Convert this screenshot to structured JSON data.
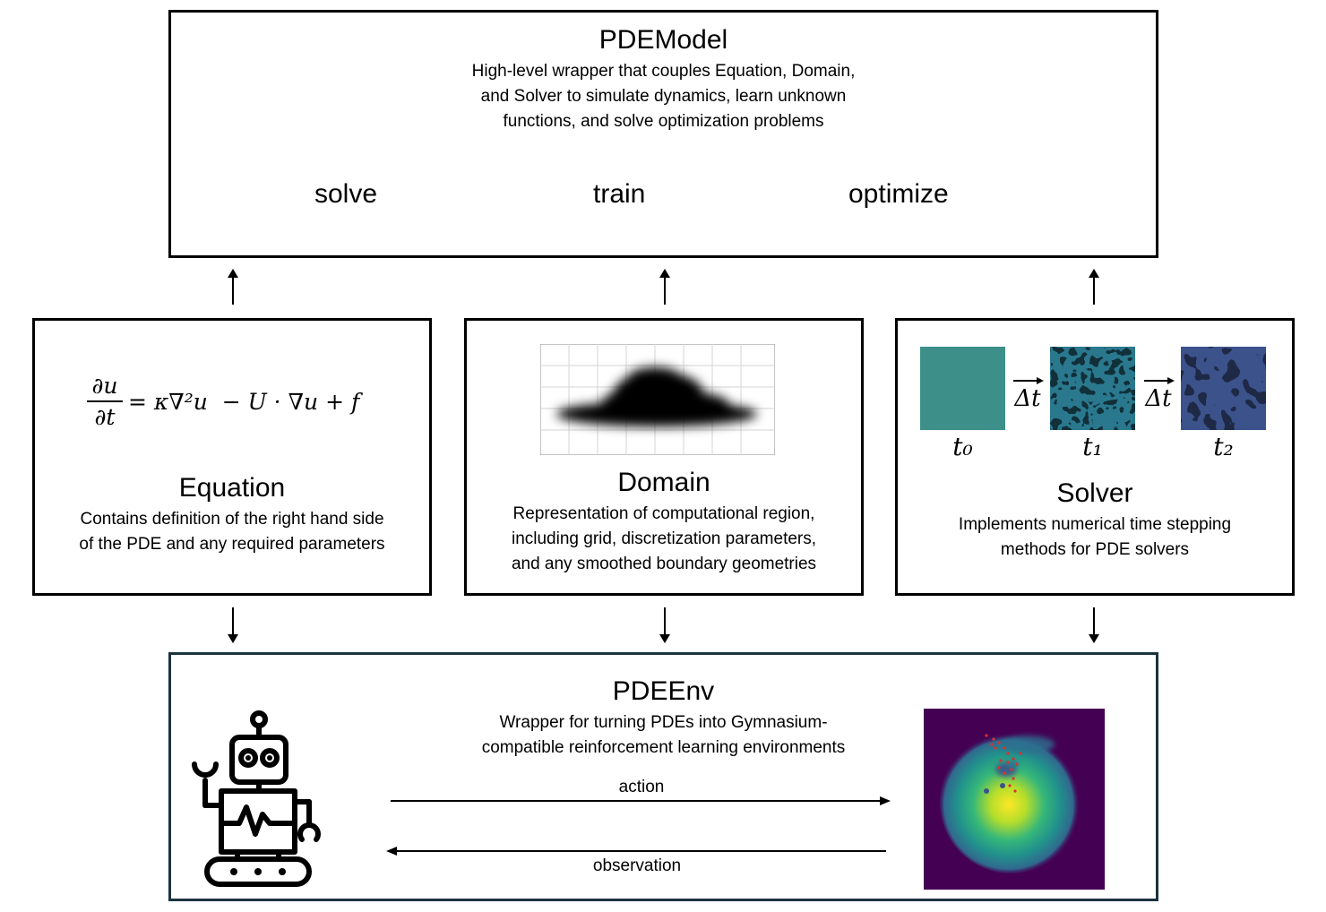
{
  "pdemodel": {
    "title": "PDEModel",
    "description": "High-level wrapper that couples Equation, Domain,\nand Solver to simulate dynamics, learn unknown\nfunctions, and solve optimization problems",
    "methods": [
      "solve",
      "train",
      "optimize"
    ]
  },
  "equation": {
    "formula": {
      "lhs_num": "∂u",
      "lhs_den": "∂t",
      "rhs": "= κ∇²u  − U · ∇u + f"
    },
    "title": "Equation",
    "description": "Contains definition of the right hand side\nof the PDE and any required parameters"
  },
  "domain": {
    "title": "Domain",
    "description": "Representation of computational region,\nincluding grid, discretization parameters,\nand any smoothed boundary geometries"
  },
  "solver": {
    "time_labels": [
      "t₀",
      "t₁",
      "t₂"
    ],
    "step_label": "Δt",
    "title": "Solver",
    "description": "Implements numerical time stepping\nmethods for PDE solvers"
  },
  "pdeenv": {
    "title": "PDEEnv",
    "description": "Wrapper for turning PDEs into Gymnasium-\ncompatible reinforcement learning environments",
    "action_label": "action",
    "observation_label": "observation"
  },
  "colors": {
    "solver_initial": "#3d8f8a",
    "viridis_dark": "#440154",
    "viridis_teal": "#21918c",
    "viridis_yellow": "#fde725",
    "env_border": "#1b3340"
  }
}
